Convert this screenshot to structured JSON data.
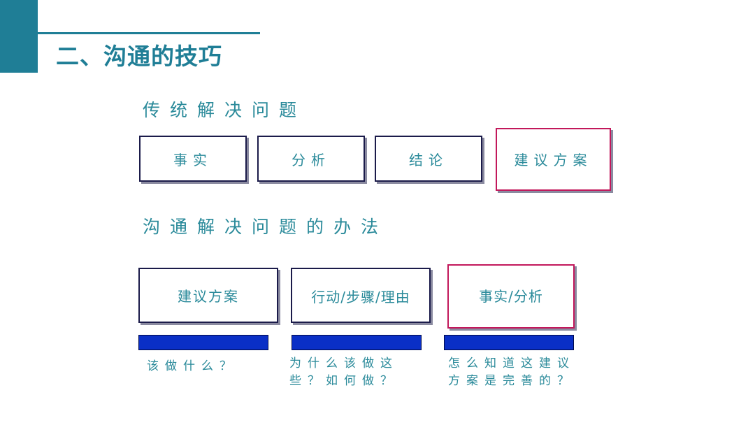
{
  "slide": {
    "title": "二、沟通的技巧"
  },
  "traditional": {
    "heading": "传统解决问题",
    "steps": [
      "事实",
      "分析",
      "结论",
      "建议方案"
    ]
  },
  "communication": {
    "heading": "沟通解决问题的办法",
    "steps": [
      "建议方案",
      "行动/步骤/理由",
      "事实/分析"
    ],
    "questions": [
      [
        "该做什么？"
      ],
      [
        "为什么该做这",
        "些？如何做？"
      ],
      [
        "怎么知道这建议",
        "方案是完善的？"
      ]
    ]
  },
  "colors": {
    "accent": "#1f7e96",
    "text": "#2a8a9a",
    "highlight_border": "#c2185b",
    "bar": "#0a2fc6"
  }
}
